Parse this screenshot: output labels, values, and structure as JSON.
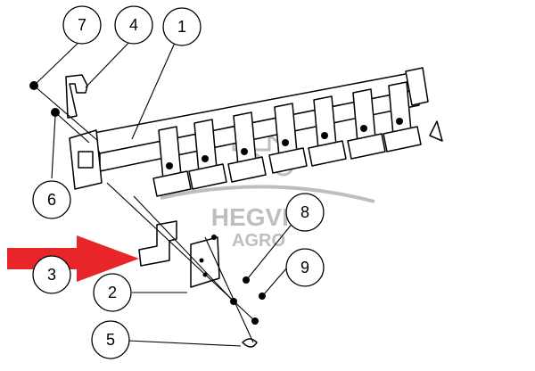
{
  "watermark": {
    "brand": "HEGVITA",
    "sub": "AGRO",
    "color": "#8a8a8a"
  },
  "arrow": {
    "color": "#e8262a"
  },
  "callouts": [
    {
      "id": "c1",
      "label": "1"
    },
    {
      "id": "c2",
      "label": "2"
    },
    {
      "id": "c3",
      "label": "3"
    },
    {
      "id": "c4",
      "label": "4"
    },
    {
      "id": "c5",
      "label": "5"
    },
    {
      "id": "c6",
      "label": "6"
    },
    {
      "id": "c7",
      "label": "7"
    },
    {
      "id": "c8",
      "label": "8"
    },
    {
      "id": "c9",
      "label": "9"
    }
  ]
}
